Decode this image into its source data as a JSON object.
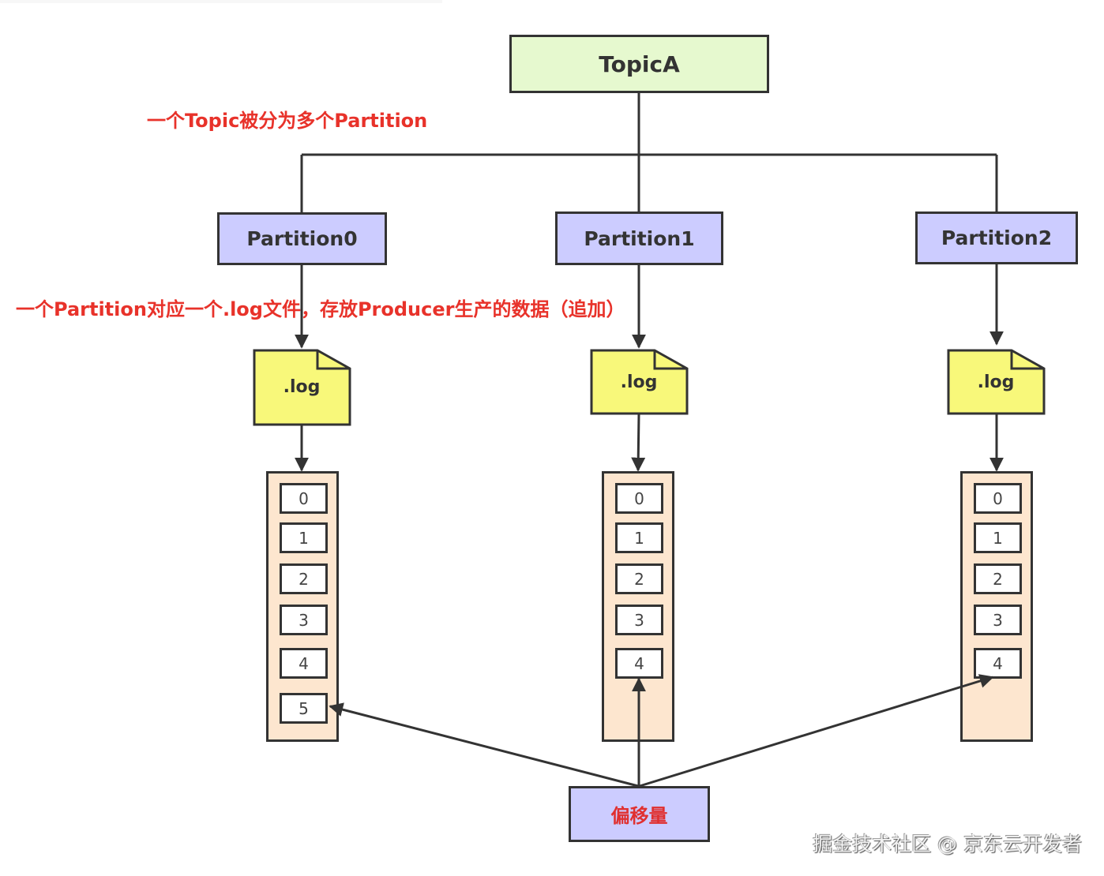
{
  "topic": {
    "label": "TopicA"
  },
  "notes": {
    "topic_split": "一个Topic被分为多个Partition",
    "partition_log": "一个Partition对应一个.log文件，存放Producer生产的数据（追加）"
  },
  "partitions": [
    {
      "label": "Partition0",
      "file": ".log",
      "offsets": [
        "0",
        "1",
        "2",
        "3",
        "4",
        "5"
      ]
    },
    {
      "label": "Partition1",
      "file": ".log",
      "offsets": [
        "0",
        "1",
        "2",
        "3",
        "4"
      ]
    },
    {
      "label": "Partition2",
      "file": ".log",
      "offsets": [
        "0",
        "1",
        "2",
        "3",
        "4"
      ]
    }
  ],
  "offset_box": {
    "label": "偏移量"
  },
  "watermark": "掘金技术社区 @ 京东云开发者",
  "colors": {
    "topic_fill": "#e6f9cf",
    "partition_fill": "#ccccff",
    "log_fill": "#f8f87a",
    "segment_fill": "#fde6cf",
    "note_text": "#e8322a",
    "line": "#333333"
  }
}
